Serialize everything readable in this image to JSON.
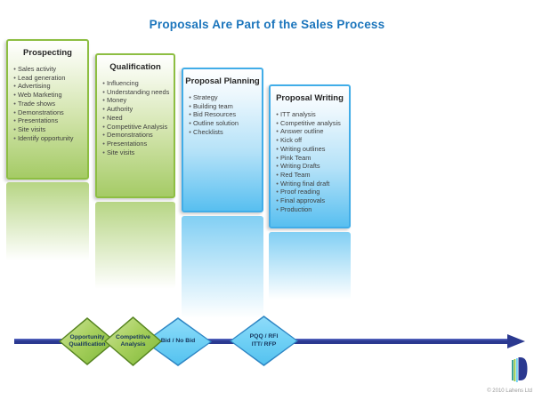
{
  "title": "Proposals Are Part of the Sales Process",
  "boxes": [
    {
      "title": "Prospecting",
      "items": [
        "Sales activity",
        "Lead generation",
        "Advertising",
        "Web Marketing",
        "Trade shows",
        "Demonstrations",
        "Presentations",
        "Site visits",
        "Identify opportunity"
      ]
    },
    {
      "title": "Qualification",
      "items": [
        "Influencing",
        "Understanding needs",
        "Money",
        "Authority",
        "Need",
        "Competitive Analysis",
        "Demonstrations",
        "Presentations",
        "Site visits"
      ]
    },
    {
      "title": "Proposal Planning",
      "items": [
        "Strategy",
        "Building team",
        "Bid Resources",
        "Outline solution",
        "Checklists"
      ]
    },
    {
      "title": "Proposal Writing",
      "items": [
        "ITT analysis",
        "Competitive analysis",
        "Answer outline",
        "Kick off",
        "Writing outlines",
        "Pink Team",
        "Writing Drafts",
        "Red Team",
        "Writing final draft",
        "Proof reading",
        "Final approvals",
        "Production"
      ]
    }
  ],
  "milestones": [
    {
      "lines": [
        "Opportunity",
        "Qualification"
      ],
      "style": "green"
    },
    {
      "lines": [
        "Bid / No Bid"
      ],
      "style": "blue"
    },
    {
      "lines": [
        "Competitive",
        "Analysis"
      ],
      "style": "green"
    },
    {
      "lines": [
        "PQQ / RFI",
        "ITT/ RFP"
      ],
      "style": "blue"
    }
  ],
  "footer": {
    "copyright": "© 2010 Lahens Ltd"
  },
  "colors": {
    "title_blue": "#1B75BC",
    "green_box_border": "#8DBE42",
    "green_box_fill_bottom": "#A5CB66",
    "blue_box_border": "#41ADE8",
    "blue_box_fill_bottom": "#58BFF0",
    "arrow_navy": "#2B3990",
    "diamond_text_navy": "#17365D",
    "green_diamond_border": "#55831F",
    "blue_diamond_border": "#2E86C4"
  }
}
